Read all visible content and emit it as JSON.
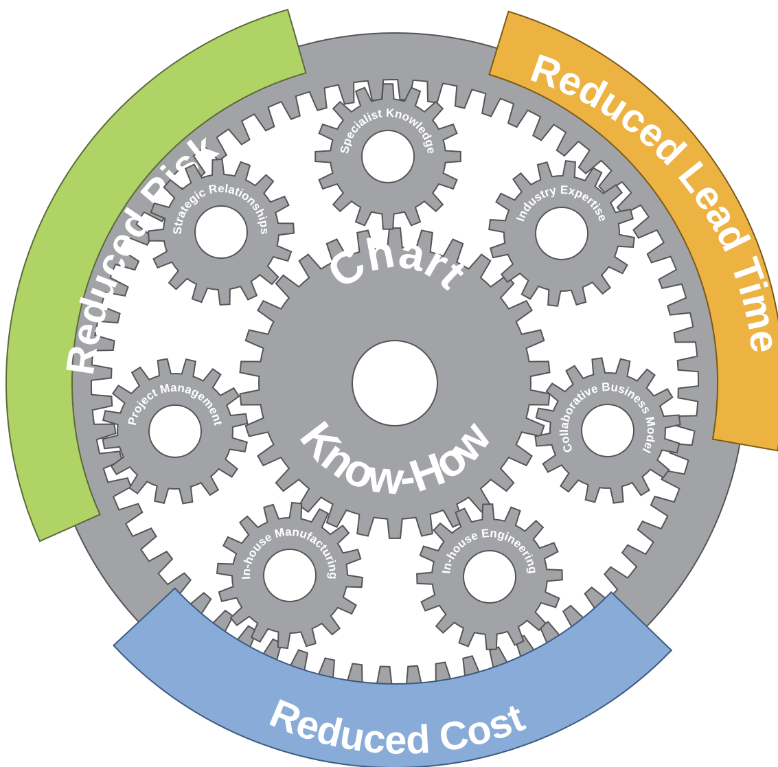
{
  "colors": {
    "gear_fill": "#a2a3a6",
    "gear_stroke": "#555555",
    "reduced_risk": "#b0d366",
    "reduced_lead_time": "#ecb242",
    "reduced_cost": "#88abd8",
    "background": "#ffffff"
  },
  "benefits": {
    "risk": "Reduced Risk",
    "lead_time": "Reduced Lead Time",
    "cost": "Reduced Cost"
  },
  "center": {
    "line1": "Chart",
    "line2": "Know-How"
  },
  "capabilities": [
    {
      "id": "specialist",
      "label": "Specialist Knowledge"
    },
    {
      "id": "industry",
      "label": "Industry Expertise"
    },
    {
      "id": "collaborative",
      "label": "Collaborative Business Model"
    },
    {
      "id": "engineering",
      "label": "In-house Engineering"
    },
    {
      "id": "manufacturing",
      "label": "In-house Manufacturing"
    },
    {
      "id": "project",
      "label": "Project Management"
    },
    {
      "id": "strategic",
      "label": "Strategic Relationships"
    }
  ]
}
